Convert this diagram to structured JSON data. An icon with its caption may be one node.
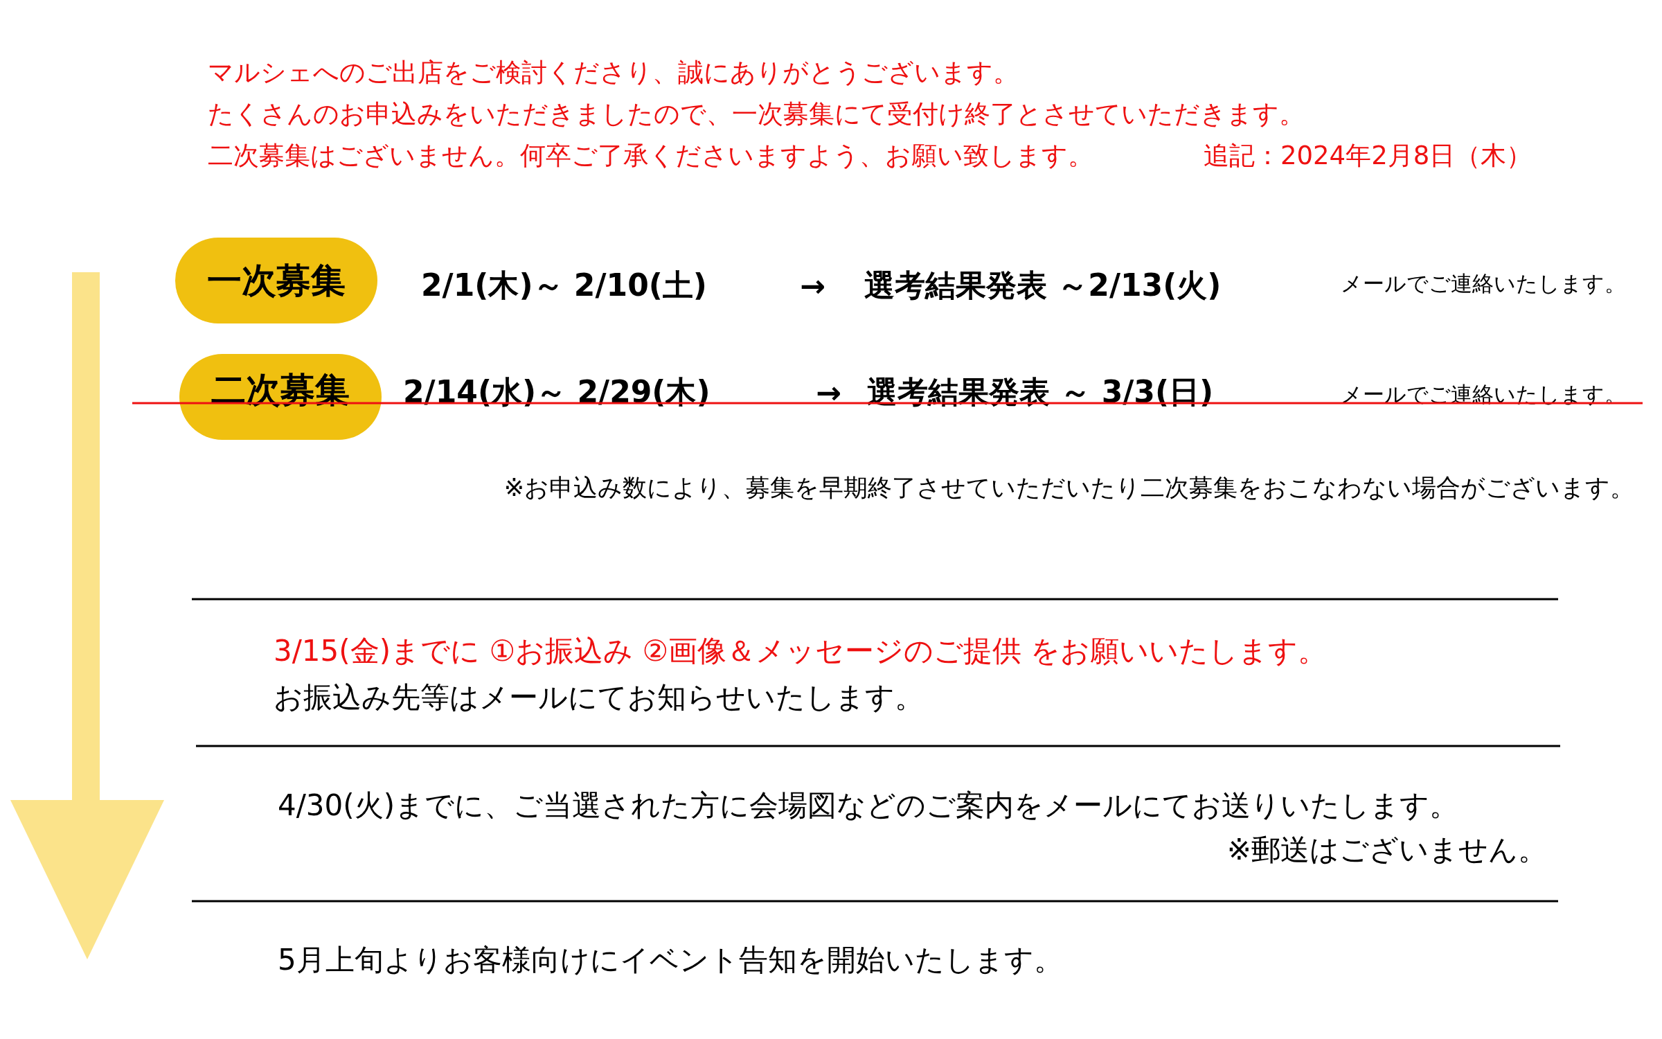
{
  "diagram": {
    "nodes": [
      {
        "text": [
          "一次募集"
        ]
      },
      {
        "text": [
          "二次募集"
        ]
      }
    ],
    "labels": [
      "マルシェへのご出店をご検討くださり、誠にありがとうございます。",
      "たくさんのお申込みをいただきましたので、一次募集にて受付け終了とさせていただきます。",
      "二次募集はございません。何卒ご了承くださいますよう、お願い致します。",
      "追記：2024年2月8日（木）",
      "2/1(木)～ 2/10(土)",
      "→",
      "選考結果発表 ～2/13(火)",
      "メールでご連絡いたします。",
      "2/14(水)～ 2/29(木)",
      "→",
      "選考結果発表 ～ 3/3(日)",
      "メールでご連絡いたします。",
      "※お申込み数により、募集を早期終了させていただいたり二次募集をおこなわない場合がございます。",
      "3/15(金)までに ①お振込み ②画像＆メッセージのご提供 をお願いいたします。",
      "お振込み先等はメールにてお知らせいたします。",
      "4/30(火)までに、ご当選された方に会場図などのご案内をメールにてお送りいたします。",
      "※郵送はございません。",
      "5月上旬よりお客様向けにイベント告知を開始いたします。"
    ]
  }
}
